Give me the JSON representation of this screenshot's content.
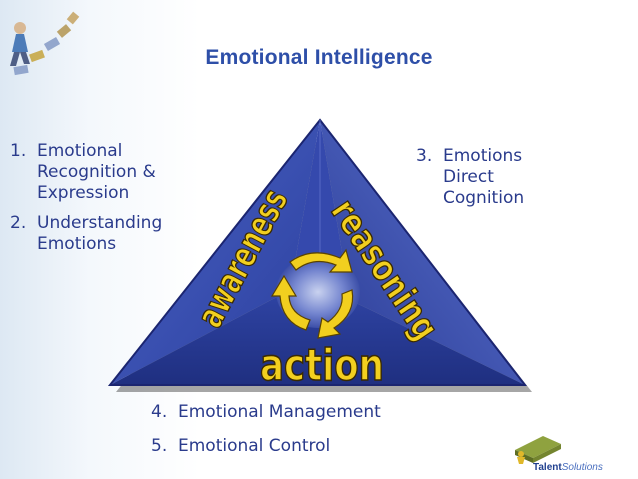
{
  "title": "Emotional Intelligence",
  "left_list": [
    {
      "num": "1.",
      "text": "Emotional Recognition & Expression",
      "lines": [
        "Emotional",
        "Recognition &",
        "Expression"
      ]
    },
    {
      "num": "2.",
      "text": "Understanding Emotions",
      "lines": [
        "Understanding",
        "Emotions"
      ]
    }
  ],
  "right_list": [
    {
      "num": "3.",
      "lines": [
        "Emotions",
        "Direct",
        "Cognition"
      ]
    }
  ],
  "bottom_list": [
    {
      "num": "4.",
      "text": "Emotional Management"
    },
    {
      "num": "5.",
      "text": "Emotional Control"
    }
  ],
  "diagram": {
    "left_word": "awareness",
    "right_word": "reasoning",
    "bottom_word": "action"
  },
  "logo": {
    "brand_bold": "Talent",
    "brand_light": "Solutions"
  },
  "colors": {
    "title": "#2e4fa8",
    "text": "#2a3b8c",
    "triangle": "#2b3f9e",
    "triangle_light": "#4a62c4",
    "word_fill": "#f2cf1f",
    "word_stroke": "#3a2a00"
  }
}
